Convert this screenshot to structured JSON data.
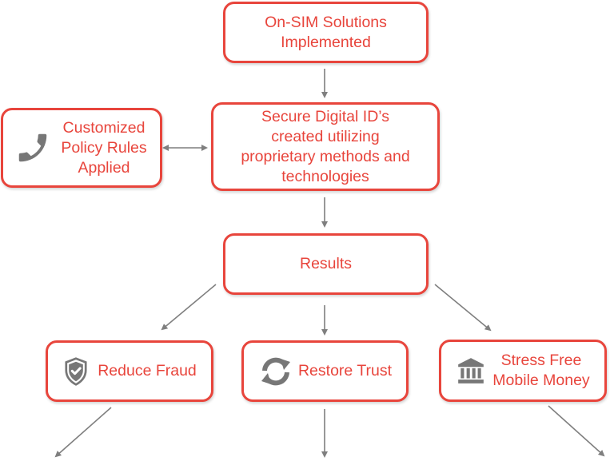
{
  "nodes": {
    "onsim": "On-SIM Solutions\nImplemented",
    "policy": "Customized\nPolicy Rules\nApplied",
    "secure_id": "Secure Digital ID’s\ncreated utilizing\nproprietary methods and\ntechnologies",
    "results": "Results",
    "reduce_fraud": "Reduce Fraud",
    "restore_trust": "Restore Trust",
    "mobile_money": "Stress Free\nMobile Money"
  },
  "icons": {
    "policy": "phone-icon",
    "reduce_fraud": "shield-check-icon",
    "restore_trust": "refresh-icon",
    "mobile_money": "bank-icon"
  },
  "colors": {
    "accent": "#e8453c",
    "arrow": "#7f7f7f",
    "icon": "#777777"
  }
}
